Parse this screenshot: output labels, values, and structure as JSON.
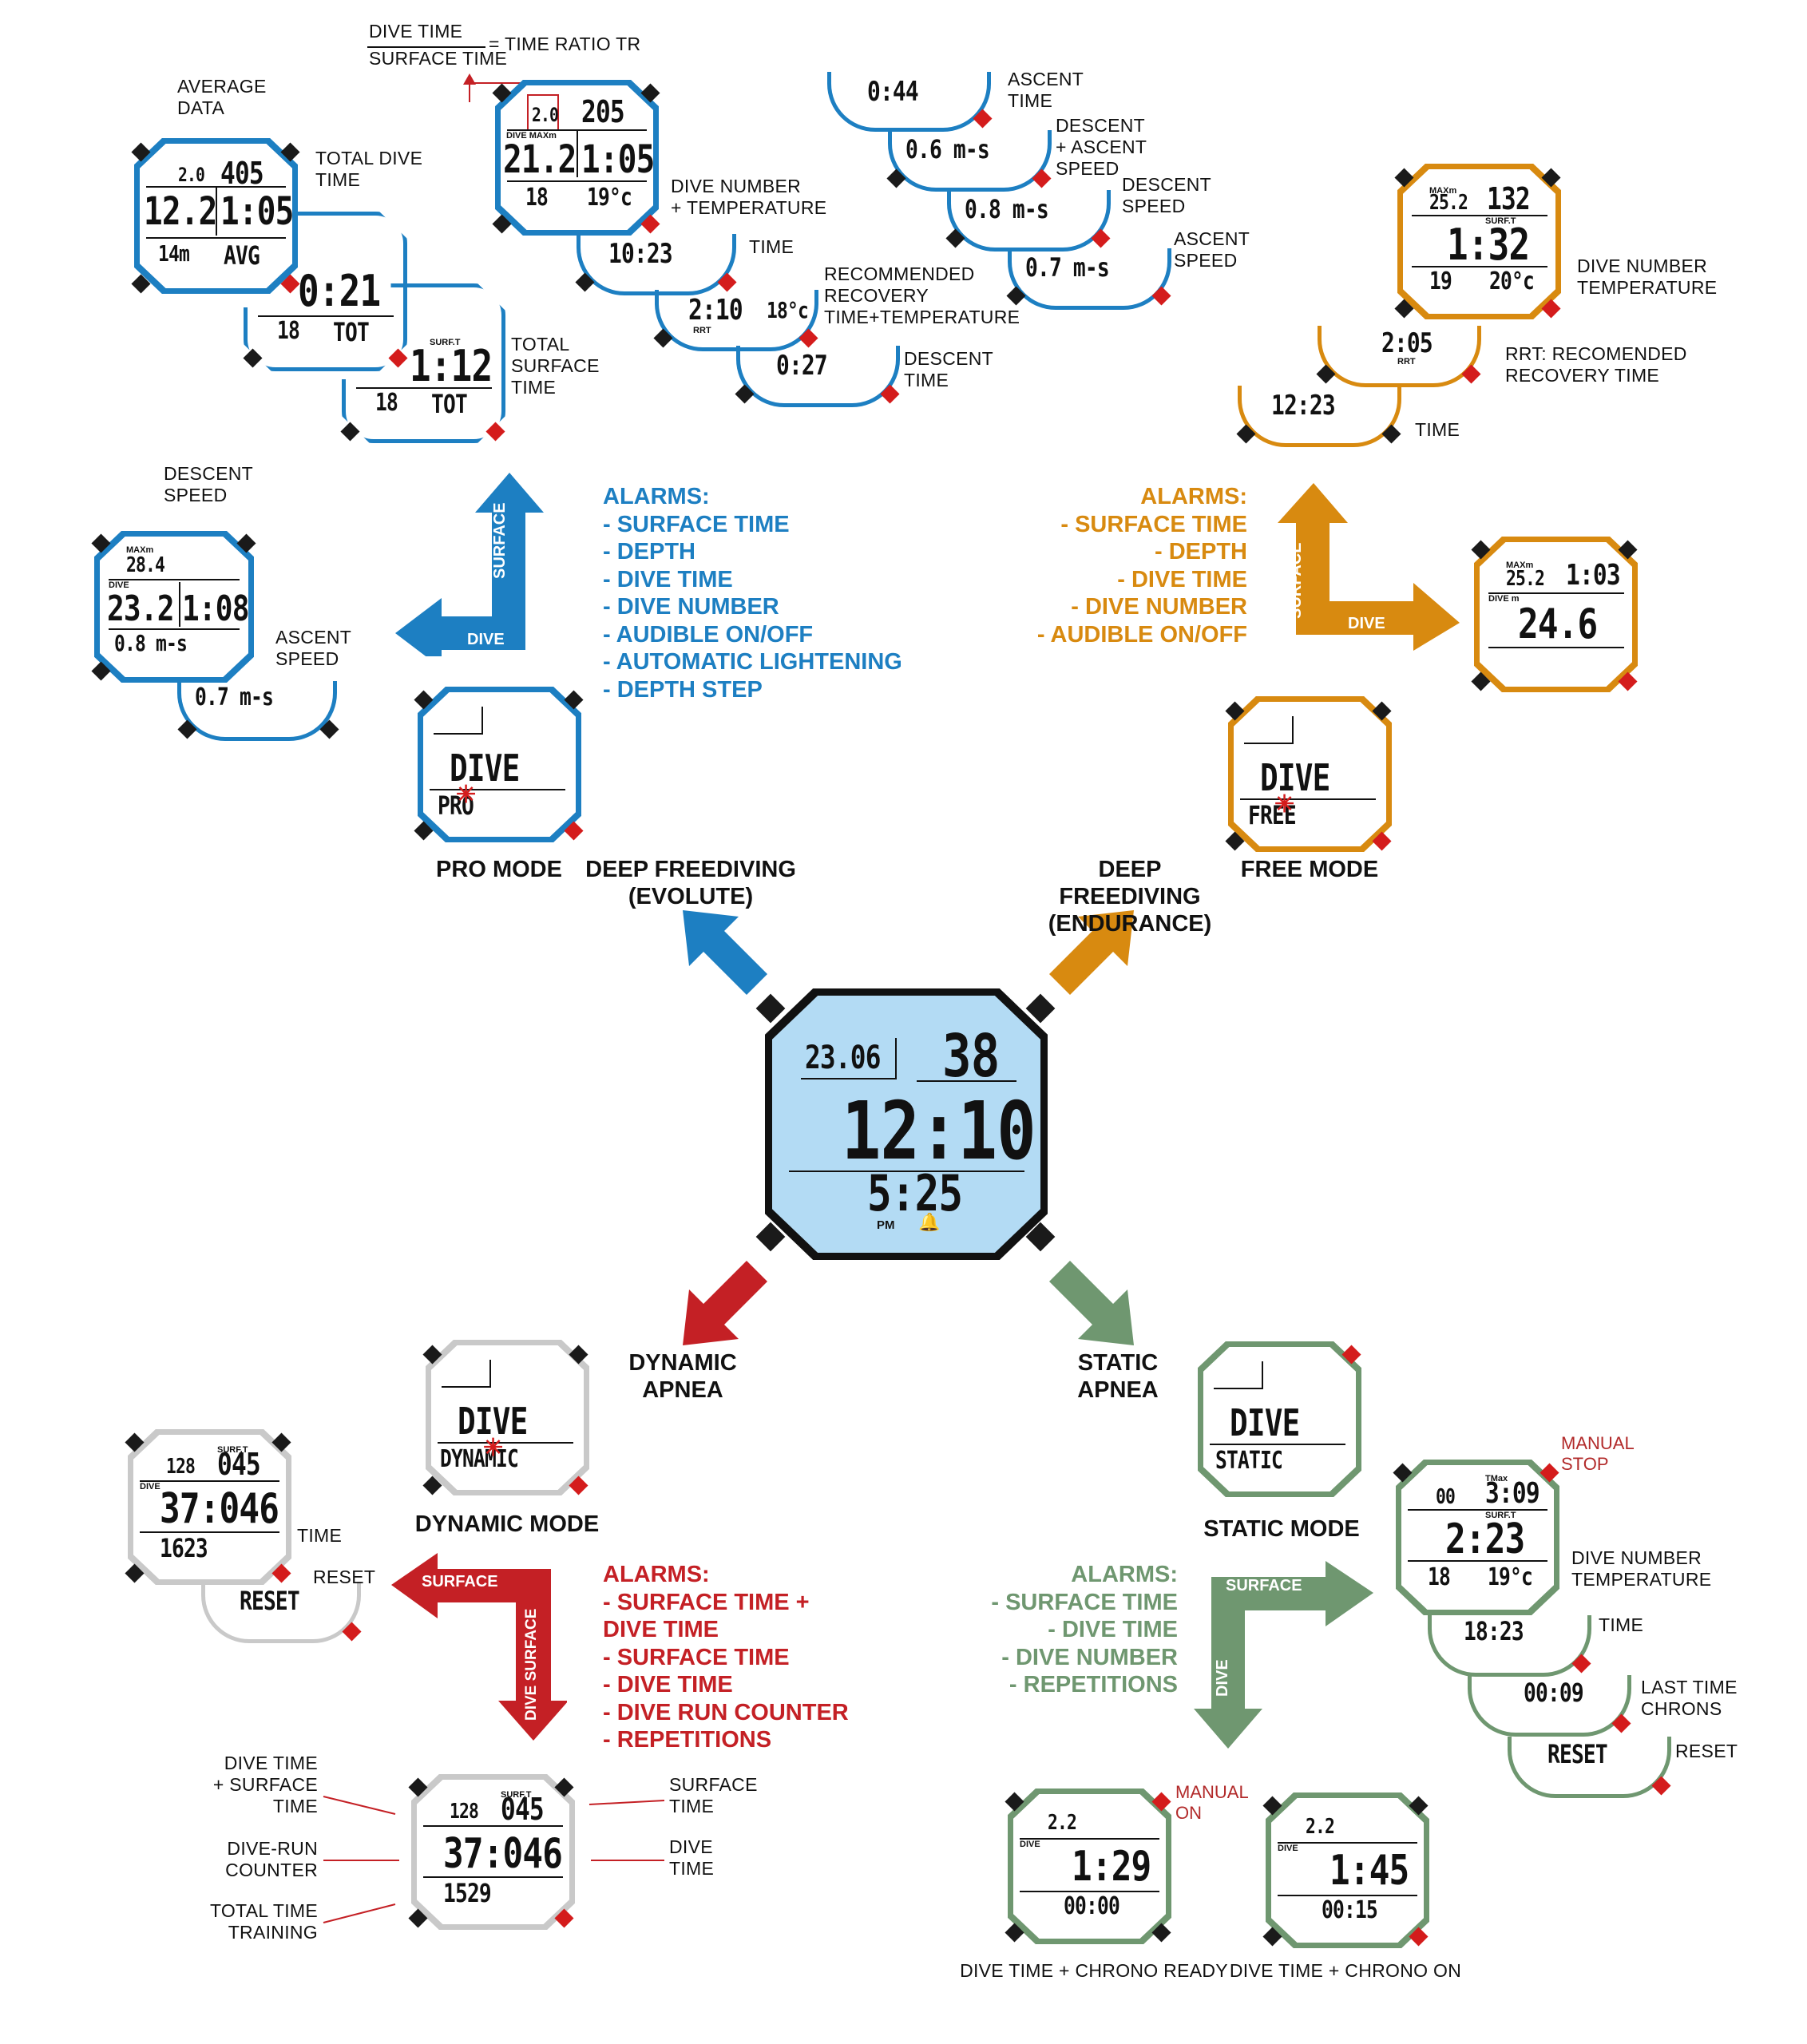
{
  "colors": {
    "pro": "#1d7fc2",
    "free": "#d88a10",
    "dynamic": "#c42025",
    "static": "#6f9770",
    "center_face": "#b3dbf4"
  },
  "main_watch": {
    "date": "23.06",
    "sec": "38",
    "time": "12:10",
    "alt": "5:25",
    "ampm": "PM"
  },
  "modes": {
    "pro": {
      "mode_label": "PRO MODE",
      "category": "DEEP FREEDIVING\n(EVOLUTE)",
      "screen_top": "DIVE",
      "screen_bottom": "PRO"
    },
    "free": {
      "mode_label": "FREE MODE",
      "category": "DEEP FREEDIVING\n(ENDURANCE)",
      "screen_top": "DIVE",
      "screen_bottom": "FREE"
    },
    "dynamic": {
      "mode_label": "DYNAMIC MODE",
      "category": "DYNAMIC\nAPNEA",
      "screen_top": "DIVE",
      "screen_bottom": "DYNAMIC"
    },
    "static": {
      "mode_label": "STATIC MODE",
      "category": "STATIC\nAPNEA",
      "screen_top": "DIVE",
      "screen_bottom": "STATIC"
    }
  },
  "alarms": {
    "pro": "ALARMS:\n- SURFACE TIME\n- DEPTH\n- DIVE TIME\n- DIVE NUMBER\n- AUDIBLE ON/OFF\n- AUTOMATIC LIGHTENING\n- DEPTH STEP",
    "free": "ALARMS:\n- SURFACE TIME\n- DEPTH\n- DIVE TIME\n- DIVE NUMBER\n- AUDIBLE ON/OFF",
    "dynamic": "ALARMS:\n- SURFACE TIME +\n  DIVE TIME\n- SURFACE TIME\n- DIVE TIME\n- DIVE RUN COUNTER\n- REPETITIONS",
    "static": "ALARMS:\n- SURFACE TIME\n- DIVE TIME\n- DIVE NUMBER\n- REPETITIONS"
  },
  "arrow_labels": {
    "pro_surface": "SURFACE",
    "pro_dive": "DIVE",
    "free_surface": "SURFACE",
    "free_dive": "DIVE",
    "dyn_surface": "SURFACE",
    "dyn_dive_surface": "DIVE SURFACE",
    "static_surface": "SURFACE",
    "static_dive": "DIVE"
  },
  "labels": {
    "average_data": "AVERAGE\nDATA",
    "total_dive_time": "TOTAL DIVE\nTIME",
    "total_surface_time": "TOTAL\nSURFACE\nTIME",
    "ratio_top": "DIVE TIME",
    "ratio_bottom": "SURFACE TIME",
    "ratio_eq": "= TIME RATIO TR",
    "pro_dive_number_temp": "DIVE NUMBER\n+ TEMPERATURE",
    "pro_time": "TIME",
    "pro_recommended": "RECOMMENDED\nRECOVERY\nTIME+TEMPERATURE",
    "pro_descent_time": "DESCENT\nTIME",
    "pro_ascent_time": "ASCENT\nTIME",
    "pro_descent_ascent_speed": "DESCENT\n+ ASCENT\nSPEED",
    "pro_descent_speed": "DESCENT\nSPEED",
    "pro_ascent_speed": "ASCENT\nSPEED",
    "pro_left_descent_speed": "DESCENT\nSPEED",
    "pro_left_ascent_speed": "ASCENT\nSPEED",
    "free_dive_number_temp": "DIVE NUMBER\nTEMPERATURE",
    "free_rrt": "RRT: RECOMENDED\nRECOVERY TIME",
    "free_time": "TIME",
    "dyn_time": "TIME",
    "dyn_reset": "RESET",
    "dyn_dive_surface_time": "DIVE TIME\n+ SURFACE\nTIME",
    "dyn_dive_run_counter": "DIVE-RUN\nCOUNTER",
    "dyn_total_time_training": "TOTAL TIME\nTRAINING",
    "dyn_surface_time": "SURFACE\nTIME",
    "dyn_dive_time": "DIVE\nTIME",
    "static_manual_stop": "MANUAL\nSTOP",
    "static_dive_number_temp": "DIVE NUMBER\nTEMPERATURE",
    "static_time": "TIME",
    "static_last_time_chrons": "LAST TIME\nCHRONS",
    "static_reset": "RESET",
    "static_manual_on": "MANUAL\nON",
    "static_chrono_ready": "DIVE TIME + CHRONO READY",
    "static_chrono_on": "DIVE TIME + CHRONO ON"
  },
  "screens": {
    "avg": {
      "r1a": "2.0",
      "r1b": "405",
      "r2a": "12.2",
      "r2b": "1:05",
      "r3a": "14m",
      "r3b": "AVG"
    },
    "tot_dive": {
      "r2": "0:21",
      "r3a": "18",
      "r3b": "TOT"
    },
    "tot_surf": {
      "r2": "1:12",
      "r3a": "18",
      "r3b": "TOT"
    },
    "ratio": {
      "r1a": "2.0",
      "r1b": "205",
      "r2a": "21.2",
      "r2b": "1:05",
      "r3a": "18",
      "r3b": "19°c"
    },
    "pro_time": {
      "r": "10:23"
    },
    "pro_rrt": {
      "a": "2:10",
      "b": "18°c"
    },
    "pro_desc_time": {
      "r": "0:27"
    },
    "pro_ascent_time": {
      "r": "0:44"
    },
    "pro_da_speed": {
      "r": "0.6 m-s"
    },
    "pro_desc_speed": {
      "r": "0.8 m-s"
    },
    "pro_asc_speed": {
      "r": "0.7 m-s"
    },
    "pro_left": {
      "r1": "28.4",
      "r2a": "23.2",
      "r2b": "1:08",
      "r3": "0.8 m-s"
    },
    "pro_left_asc": {
      "r": "0.7 m-s"
    },
    "free_main": {
      "r1a": "25.2",
      "r1b": "132",
      "r2": "1:32",
      "r3a": "19",
      "r3b": "20°c"
    },
    "free_rrt": {
      "r": "2:05"
    },
    "free_time": {
      "r": "12:23"
    },
    "free_dive": {
      "r1a": "25.2",
      "r1b": "1:03",
      "r2": "24.6"
    },
    "dyn_top": {
      "r1a": "128",
      "r1b": "045",
      "r2": "37:046",
      "r3": "1623"
    },
    "dyn_reset": {
      "r": "RESET"
    },
    "dyn_bottom": {
      "r1a": "128",
      "r1b": "045",
      "r2": "37:046",
      "r3": "1529"
    },
    "static_main": {
      "r1a": "00",
      "r1b": "3:09",
      "r2": "2:23",
      "r3a": "18",
      "r3b": "19°c"
    },
    "static_time": {
      "r": "18:23"
    },
    "static_chrons": {
      "r": "00:09"
    },
    "static_reset": {
      "r": "RESET"
    },
    "static_ready": {
      "r1": "2.2",
      "r2": "1:29",
      "r3": "00:00"
    },
    "static_on": {
      "r1": "2.2",
      "r2": "1:45",
      "r3": "00:15"
    }
  }
}
